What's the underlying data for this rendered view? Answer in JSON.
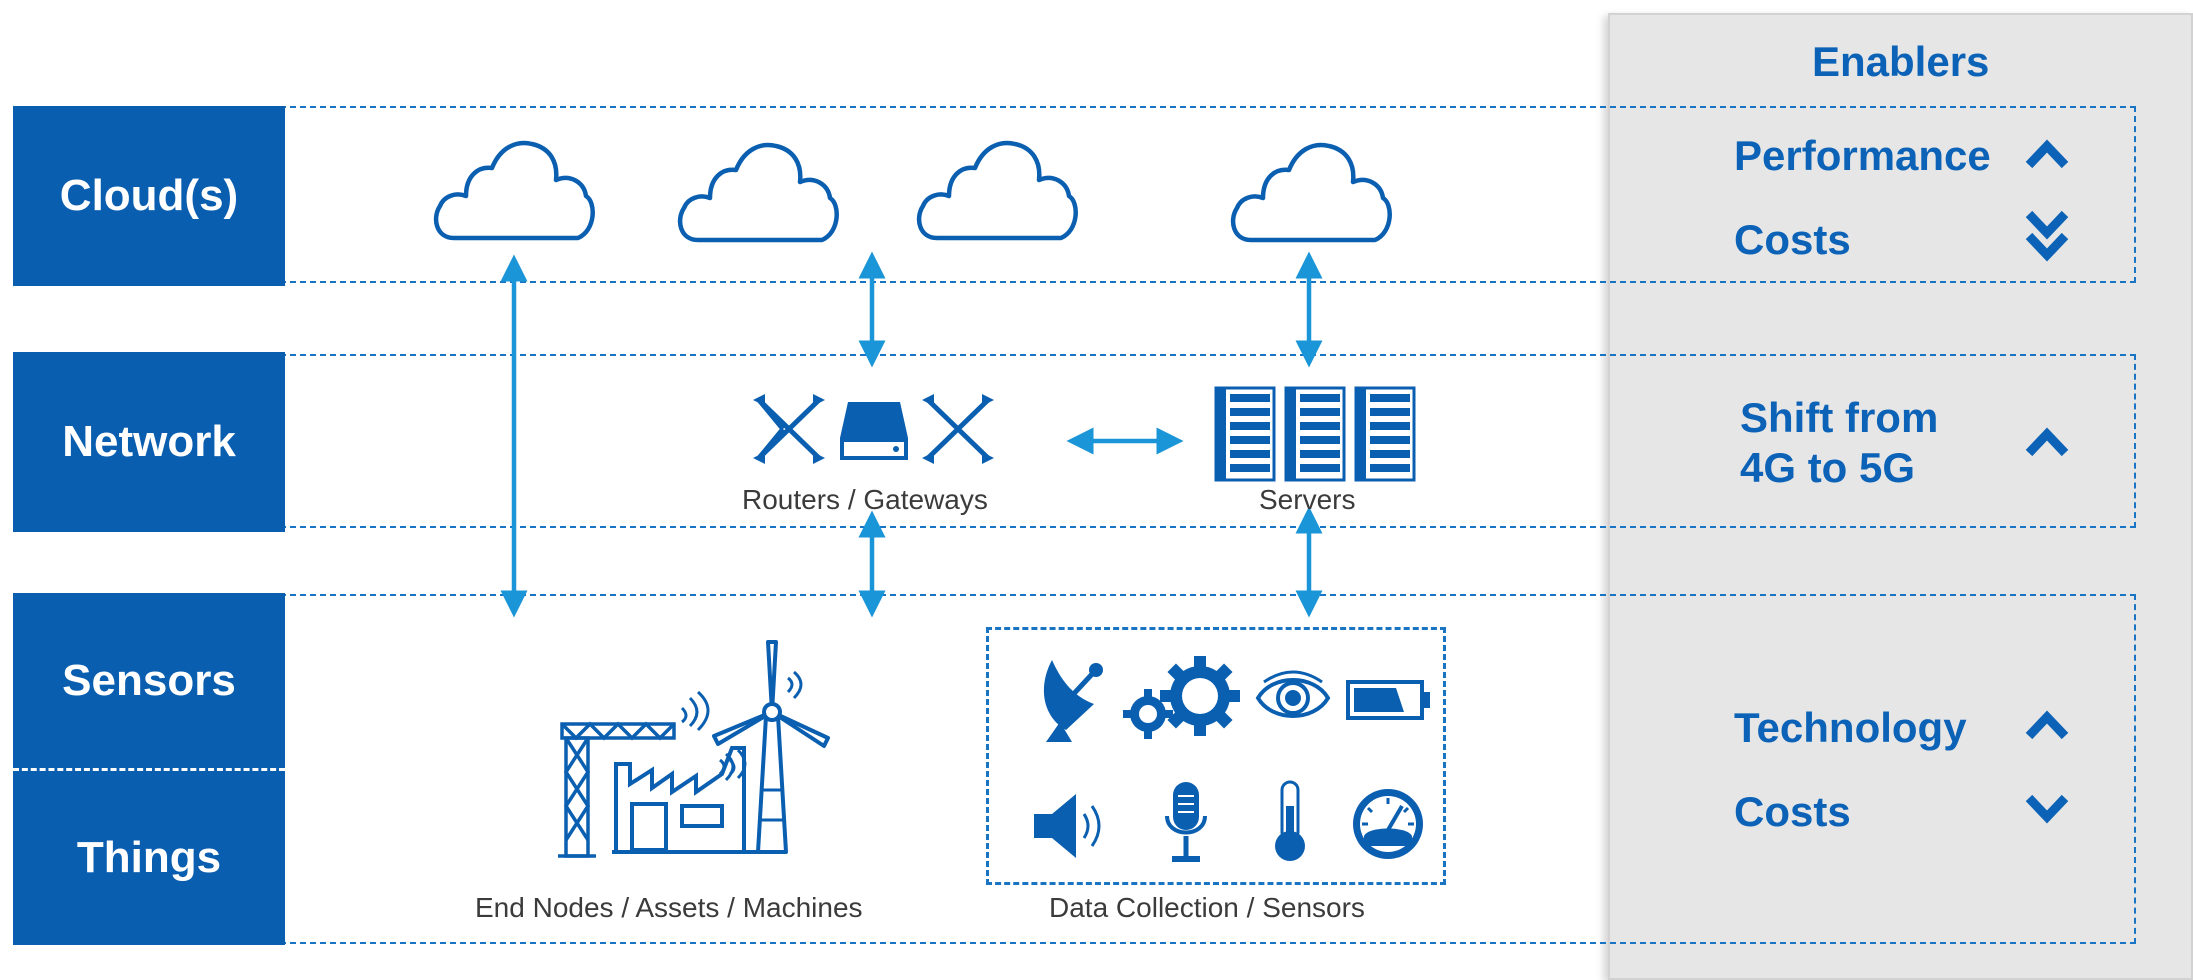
{
  "layers": {
    "cloud": "Cloud(s)",
    "network": "Network",
    "sensors": "Sensors",
    "things": "Things"
  },
  "captions": {
    "routers": "Routers / Gateways",
    "servers": "Servers",
    "end_nodes": "End Nodes / Assets / Machines",
    "data_collection": "Data Collection / Sensors"
  },
  "enablers": {
    "title": "Enablers",
    "cloud_group": [
      {
        "label": "Performance",
        "trend": "up",
        "icon": "chevron-up-icon"
      },
      {
        "label": "Costs",
        "trend": "strong-down",
        "icon": "double-chevron-down-icon"
      }
    ],
    "network_group": [
      {
        "label_line1": "Shift from",
        "label_line2": "4G to 5G",
        "trend": "up",
        "icon": "chevron-up-icon"
      }
    ],
    "sensor_group": [
      {
        "label": "Technology",
        "trend": "up",
        "icon": "chevron-up-icon"
      },
      {
        "label": "Costs",
        "trend": "down",
        "icon": "chevron-down-icon"
      }
    ]
  },
  "icons": {
    "clouds": [
      "cloud-icon",
      "cloud-icon",
      "cloud-icon",
      "cloud-icon"
    ],
    "network": [
      "router-icon",
      "gateway-icon",
      "router-icon",
      "server-rack-icon"
    ],
    "things": [
      "crane-icon",
      "factory-icon",
      "wind-turbine-icon"
    ],
    "sensors": [
      "satellite-dish-icon",
      "gears-icon",
      "eye-icon",
      "battery-icon",
      "speaker-icon",
      "microphone-icon",
      "thermometer-icon",
      "gauge-icon"
    ]
  },
  "colors": {
    "layer_fill": "#0a5eb0",
    "dashed": "#1a74c4",
    "arrow": "#1a96d8",
    "icon": "#0b5fb0",
    "enabler_text": "#0b62b6",
    "panel_bg": "#e6e6e6"
  }
}
